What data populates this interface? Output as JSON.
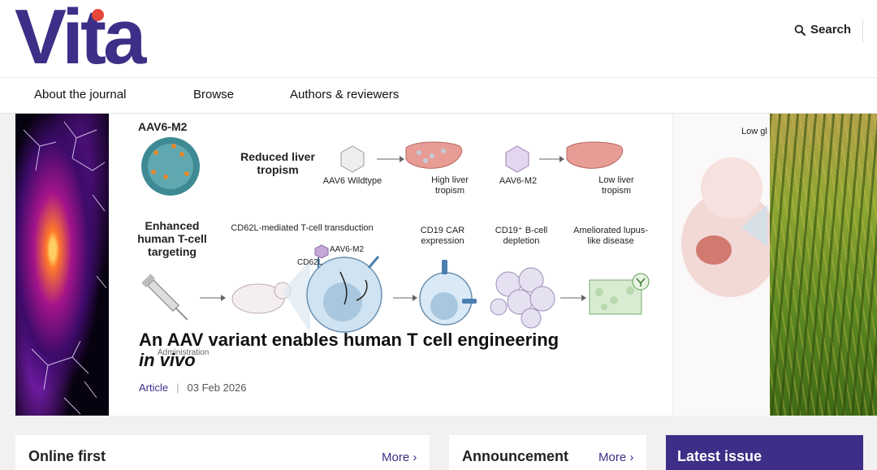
{
  "brand": {
    "name": "Vita",
    "accent": "#3d2f87",
    "dot": "#e8463a"
  },
  "header": {
    "search_label": "Search",
    "search_icon": "search-icon"
  },
  "nav": {
    "items": [
      "About the journal",
      "Browse",
      "Authors & reviewers"
    ]
  },
  "figure": {
    "variant_label": "AAV6-M2",
    "row1_title": "Reduced liver tropism",
    "wildtype": "AAV6 Wildtype",
    "high_liver": "High liver tropism",
    "m2": "AAV6-M2",
    "low_liver": "Low liver tropism",
    "row2_title": "Enhanced human T-cell targeting",
    "transduction": "CD62L-mediated T-cell transduction",
    "cd19_car": "CD19 CAR expression",
    "bcell_depletion": "CD19⁺ B-cell depletion",
    "lupus": "Ameliorated lupus-like disease",
    "virus_tag": "AAV6-M2",
    "cd62l_tag": "CD62L",
    "admin": "Administration",
    "right_partial": "Low gl"
  },
  "featured": {
    "title": "An AAV variant enables human T cell engineering",
    "title_italic": "in vivo",
    "type": "Article",
    "date": "03 Feb 2026"
  },
  "panels": {
    "online_first": {
      "title": "Online first",
      "more": "More"
    },
    "announcement": {
      "title": "Announcement",
      "more": "More"
    },
    "latest_issue": {
      "title": "Latest issue"
    }
  }
}
